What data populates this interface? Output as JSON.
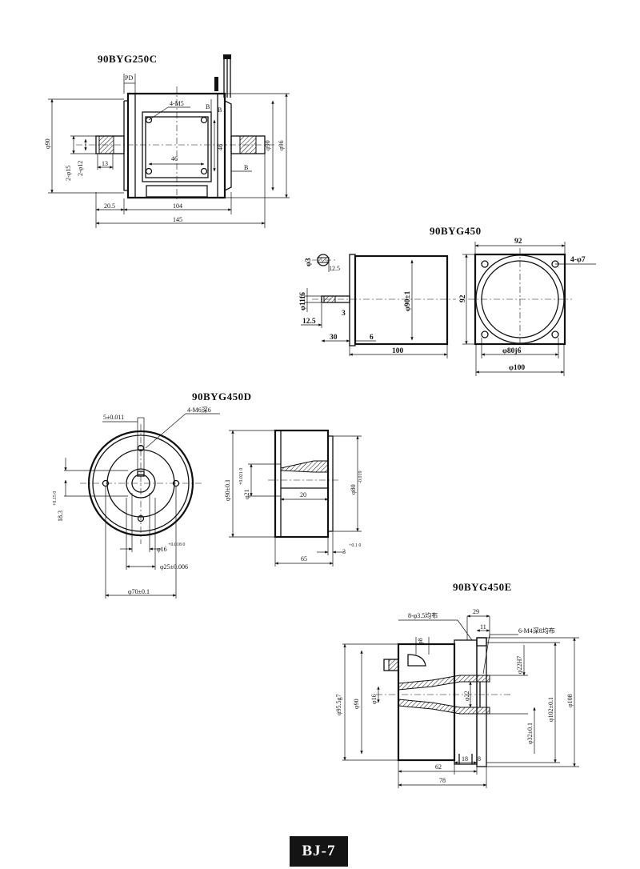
{
  "page_label": "BJ-7",
  "models": {
    "m250c": {
      "title": "90BYG250C",
      "dims": {
        "pd": "PD",
        "holes": "4-M5",
        "b_top": "B",
        "b_right": "B",
        "b_low": "B",
        "w46": "46",
        "h46": "46",
        "d90": "φ90",
        "d96": "φ96",
        "d90r": "φ90",
        "d15": "2-φ15",
        "d12": "2-φ12",
        "l13": "13",
        "l205": "20.5",
        "l104": "104",
        "l145": "145"
      }
    },
    "m450": {
      "title": "90BYG450",
      "dims": {
        "w92": "92",
        "h92": "92",
        "holes": "4-φ7",
        "d80": "φ80j6",
        "d100": "φ100",
        "d90": "φ90±1",
        "d11": "φ11f6",
        "d3": "φ3",
        "l125a": "12.5",
        "l125": "12.5",
        "l3": "3",
        "l30": "30",
        "l6": "6",
        "l100": "100"
      }
    },
    "m450d": {
      "title": "90BYG450D",
      "dims": {
        "tol5": "5±0.011",
        "holes": "4-M6深6",
        "d183": "18.3",
        "d183tol": "+0.15 0",
        "d16": "φ16",
        "d16tol": "+0.018 0",
        "d25": "φ25±0.006",
        "d70": "φ70±0.1",
        "d90": "φ90±0.1",
        "d21": "φ21",
        "d21tol": "+0.021 0",
        "d80": "φ80",
        "d80tol": "-0.019",
        "l20": "20",
        "l65": "65",
        "l3": "3",
        "l3tol": "+0.1 0"
      }
    },
    "m450e": {
      "title": "90BYG450E",
      "dims": {
        "holes8": "8-φ3.5均布",
        "holes6": "6-M4深8均布",
        "l29": "29",
        "l11": "11",
        "d8": "φ8",
        "d95": "φ95.5g7",
        "d90": "φ90",
        "d16": "φ16",
        "d22": "φ22",
        "d22h7": "φ22H7",
        "d32": "φ32±0.1",
        "d102": "φ102±0.1",
        "d108": "φ108",
        "l62": "62",
        "l18": "18",
        "l8": "8",
        "l78": "78"
      }
    }
  },
  "colors": {
    "ink": "#111111",
    "paper": "#ffffff",
    "badge": "#141414"
  }
}
